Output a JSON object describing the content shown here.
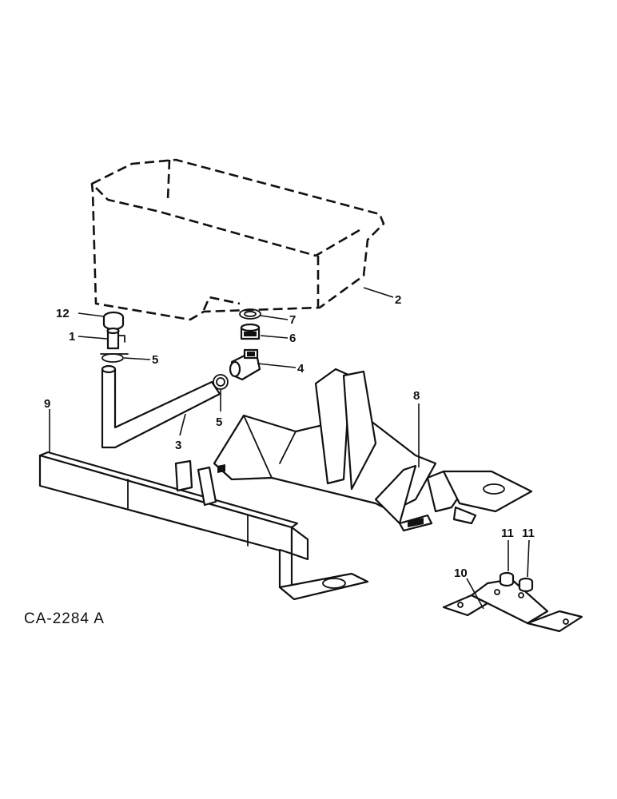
{
  "diagram": {
    "drawing_code": "CA-2284 A",
    "callouts": {
      "c1": "1",
      "c2": "2",
      "c3": "3",
      "c4": "4",
      "c5a": "5",
      "c5b": "5",
      "c6": "6",
      "c7": "7",
      "c8": "8",
      "c9": "9",
      "c10": "10",
      "c11a": "11",
      "c11b": "11",
      "c12": "12"
    }
  }
}
